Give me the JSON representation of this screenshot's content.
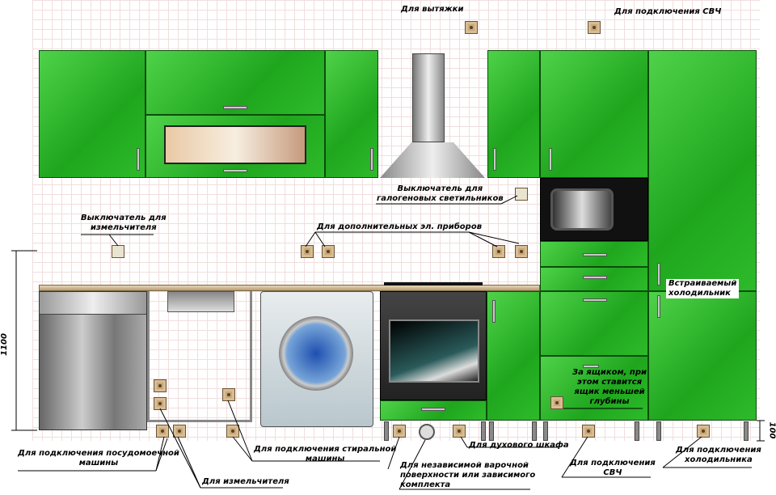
{
  "labels": {
    "hood": "Для вытяжки",
    "microwave_top": "Для подключения СВЧ",
    "shredder_switch": [
      "Выключатель для",
      "измельчителя"
    ],
    "halogen_switch": [
      "Выключатель для",
      "галогеновых светильников"
    ],
    "extra_appliances": "Для дополнительных эл. приборов",
    "built_in_fridge": [
      "Встраиваемый",
      "холодильник"
    ],
    "behind_drawer": [
      "За ящиком, при",
      "этом ставится",
      "ящик меньшей",
      "глубины"
    ],
    "dishwasher": [
      "Для подключения посудомоечной",
      "машины"
    ],
    "shredder": "Для измельчителя",
    "washing_machine": [
      "Для подключения стиральной",
      "машины"
    ],
    "hob": [
      "Для независимой варочной",
      "поверхности или зависимого",
      "комплекта"
    ],
    "oven": "Для духового шкафа",
    "microwave_bottom": [
      "Для подключения",
      "СВЧ"
    ],
    "fridge": [
      "Для подключения",
      "холодильника"
    ]
  },
  "dimensions": {
    "height": "1100",
    "plinth": "100"
  },
  "colors": {
    "cabinet": "#2db82a",
    "socket": "#c8a87a"
  }
}
